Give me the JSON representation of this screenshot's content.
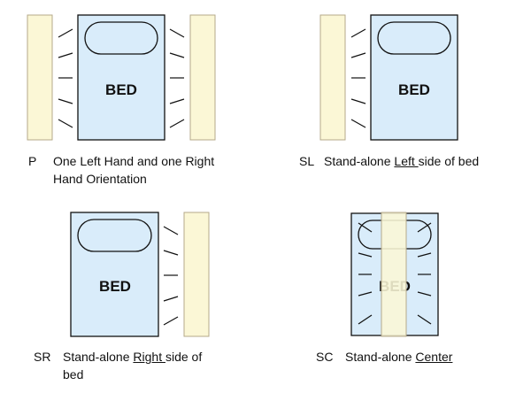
{
  "colors": {
    "bed_fill": "#d9ecfa",
    "panel_fill": "#fbf7d6",
    "panel_stroke": "#b5a98a",
    "stroke": "#111111"
  },
  "bed_label": "BED",
  "panels": [
    {
      "code": "P",
      "caption_line1": "One Left Hand and one Right",
      "caption_line2": "Hand Orientation"
    },
    {
      "code": "SL",
      "caption_prefix": "Stand-alone ",
      "caption_underlined": "Left ",
      "caption_suffix": "side of bed"
    },
    {
      "code": "SR",
      "caption_prefix": "Stand-alone ",
      "caption_underlined": "Right ",
      "caption_suffix": "side of",
      "caption_line2": "bed"
    },
    {
      "code": "SC",
      "caption_prefix": "Stand-alone ",
      "caption_underlined": "Center"
    }
  ]
}
